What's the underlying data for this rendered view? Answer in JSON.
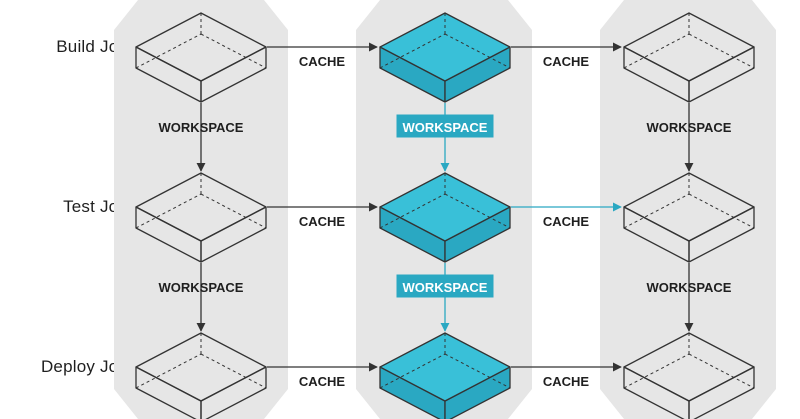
{
  "rows": {
    "build": "Build Job",
    "test": "Test Job",
    "deploy": "Deploy Job"
  },
  "labels": {
    "cache": "CACHE",
    "workspace": "WORKSPACE"
  },
  "colors": {
    "column_bg": "#e6e6e6",
    "highlight": "#39c0d8",
    "highlight_dark": "#2aa8c2",
    "label_dark": "#1f1f1f",
    "line": "#333333"
  },
  "highlighted_column": 2,
  "highlighted_connections": [
    "ws-col2-1",
    "ws-col2-2",
    "cache-test-col2-col3"
  ]
}
